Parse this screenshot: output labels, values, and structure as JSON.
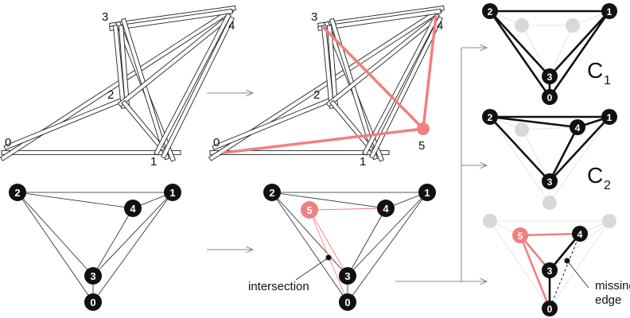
{
  "colors": {
    "accent": "#f08080",
    "node": "#111111",
    "faded_node": "#d8d8d8",
    "faded_edge": "#e4e4e4",
    "rod_fill": "#ffffff",
    "rod_stroke": "#222222"
  },
  "rod_labels": {
    "n0": "0",
    "n1": "1",
    "n2": "2",
    "n3": "3",
    "n4": "4",
    "n5": "5"
  },
  "graph_labels": {
    "n0": "0",
    "n1": "1",
    "n2": "2",
    "n3": "3",
    "n4": "4",
    "n5": "5"
  },
  "annotations": {
    "intersection": "intersection",
    "missing_edge_line1": "missing",
    "missing_edge_line2": "edge"
  },
  "cycle_labels": {
    "c1_main": "C",
    "c1_sub": "1",
    "c2_main": "C",
    "c2_sub": "2"
  }
}
